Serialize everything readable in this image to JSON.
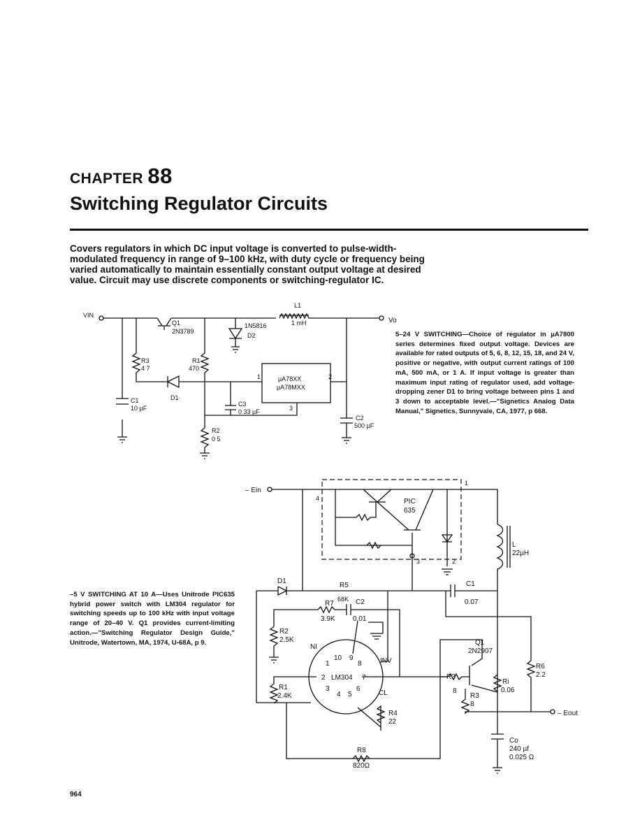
{
  "header": {
    "chapter_word": "CHAPTER",
    "chapter_number": "88",
    "title": "Switching Regulator Circuits"
  },
  "intro": "Covers regulators in which DC input voltage is converted to pulse-width-modulated frequency in range of 9–100 kHz, with duty cycle or frequency being varied automatically to maintain essentially constant output voltage at desired value. Circuit may use discrete components or switching-regulator IC.",
  "circuit1": {
    "vin": "VIN",
    "vo": "Vo",
    "q1": "Q1",
    "q1_part": "2N3789",
    "d2_part": "1N5816",
    "d2": "D2",
    "l1": "L1",
    "l1_value": "1 mH",
    "r3": "R3",
    "r3_value": "4 7",
    "r1": "R1",
    "r1_value": "470",
    "d1": "D1·",
    "c1": "C1",
    "c1_value": "10 µF",
    "ic_line1": "µA78XX",
    "ic_line2": "µA78MXX",
    "pin1": "1",
    "pin2": "2",
    "pin3": "3",
    "c3": "C3",
    "c3_value": "0 33 µF",
    "r2": "R2",
    "r2_value": "0 5",
    "c2": "C2",
    "c2_value": "500 µF",
    "caption": "5–24 V SWITCHING—Choice of regulator in µA7800 series determines fixed output voltage. Devices are available for rated outputs of 5, 6, 8, 12, 15, 18, and 24 V, positive or negative, with output current ratings of 100 mA, 500 mA, or 1 A. If input voltage is greater than maximum input rating of regulator used, add voltage-dropping zener D1 to bring voltage between pins 1 and 3 down to acceptable level.—\"Signetics Analog Data Manual,\" Signetics, Sunnyvale, CA, 1977, p 668."
  },
  "circuit2": {
    "ein": "– Ein",
    "pic": "PIC",
    "pic_num": "635",
    "node1": "1",
    "node2": "2",
    "node3": "3",
    "node4": "4",
    "l": "L",
    "l_value": "22µH",
    "d1": "D1",
    "r5": "R5",
    "r5_value": "68K",
    "r7": "R7",
    "r7_value": "3.9K",
    "c2": "C2",
    "c2_value": "0.01",
    "c1": "C1",
    "c1_value": "0.07",
    "r2": "R2",
    "r2_value": "2.5K",
    "ni": "NI",
    "pin10": "10",
    "pin9": "9",
    "pin1": "1",
    "pin8": "8",
    "inv": "INV",
    "pin2": "2",
    "ic": "LM304",
    "pin7": "7",
    "pin3": "3",
    "pin6": "6",
    "pin4": "4",
    "pin5": "5",
    "cl": "CL",
    "r1": "R1",
    "r1_value": "2.4K",
    "r4": "R4",
    "r4_value": "22",
    "q1": "Q1",
    "q1_part": "2N2907",
    "r3": "R3",
    "r3_value": "8",
    "r3b": "R3",
    "r3b_value": "8",
    "ri": "Ri",
    "ri_value": "0.06",
    "r6": "R6",
    "r6_value": "2.2",
    "eout": "– Eout",
    "co": "Co",
    "co_value": "240 µf",
    "co_esr": "0.025 Ω",
    "r8": "R8",
    "r8_value": "820Ω",
    "caption": "–5 V SWITCHING AT 10 A—Uses Unitrode PIC635 hybrid power switch with LM304 regulator for switching speeds up to 100 kHz with input voltage range of 20–40 V. Q1 provides current-limiting action.—\"Switching Regulator Design Guide,\" Unitrode, Watertown, MA, 1974, U-68A, p 9."
  },
  "footer": {
    "page_number": "964"
  }
}
